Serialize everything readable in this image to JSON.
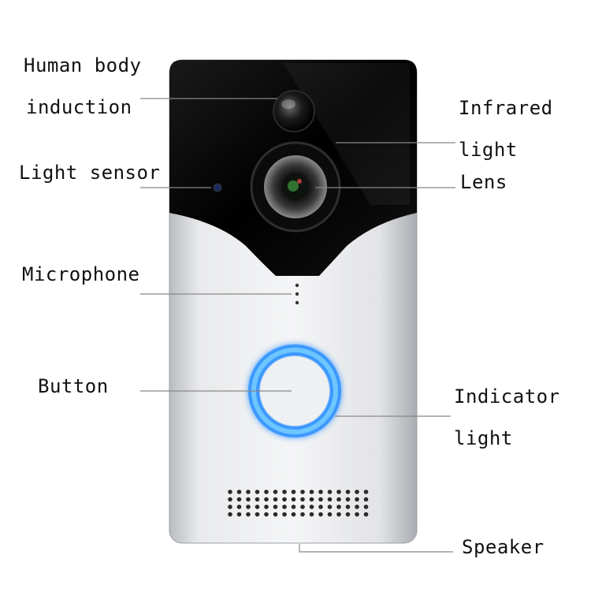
{
  "labels": {
    "human_body_line1": "Human body",
    "human_body_line2": "induction",
    "light_sensor": "Light sensor",
    "microphone": "Microphone",
    "button": "Button",
    "infrared_line1": "Infrared",
    "infrared_line2": "light",
    "lens": "Lens",
    "indicator_line1": "Indicator",
    "indicator_line2": "light",
    "speaker": "Speaker"
  },
  "colors": {
    "front_panel_top": "#050505",
    "body_silver": "#d8dadd",
    "ring_glow": "#2a8fff",
    "leader_line": "#888888"
  }
}
